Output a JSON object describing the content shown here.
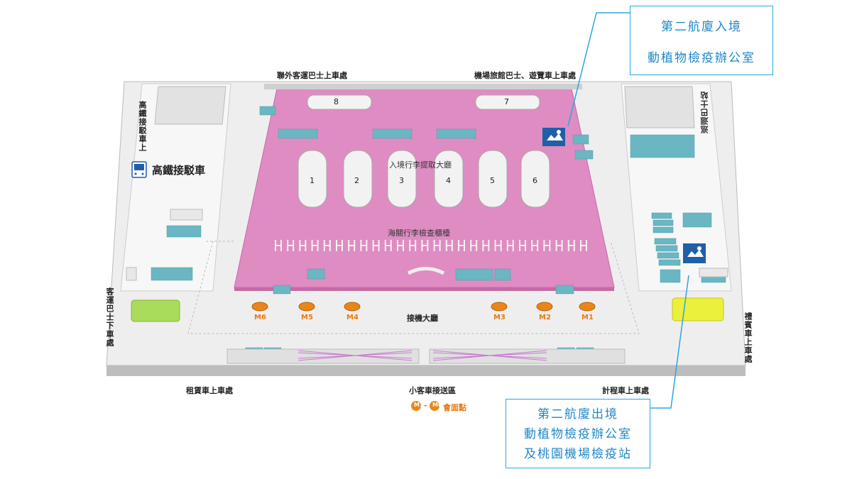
{
  "callouts": {
    "arrival": {
      "line1": "第二航廈入境",
      "line2": "動植物檢疫辦公室"
    },
    "departure": {
      "line1": "第二航廈出境",
      "line2": "動植物檢疫辦公室",
      "line3": "及桃園機場檢疫站"
    }
  },
  "labels": {
    "bus_top": "聯外客運巴士上車處",
    "hotel_bus": "機場旅館巴士、遊覽車上車處",
    "baggage_claim": "入境行李提取大廳",
    "customs": "海關行李檢查櫃檯",
    "greeting_hall": "接機大廳",
    "car_rental": "租賃車上車處",
    "car_pickup": "小客車接送區",
    "taxi": "計程車上車處",
    "hsr_side": "高鐵接駁車上",
    "hsr_shuttle": "高鐵接駁車",
    "circulator": "巡迴巴士站",
    "bus_alight": "客運巴士下車處",
    "vip": "禮賓車上車處",
    "meeting_legend": "會面點"
  },
  "carousels": [
    "1",
    "2",
    "3",
    "4",
    "5",
    "6"
  ],
  "top_carousels": [
    "8",
    "7"
  ],
  "meeting_points": [
    "M6",
    "M5",
    "M4",
    "M3",
    "M2",
    "M1"
  ],
  "legend_badges": [
    "M1",
    "M6"
  ],
  "colors": {
    "pink": "#df8cc2",
    "teal": "#6ab7c3",
    "accent_blue": "#2aa7df",
    "orange": "#e8861a",
    "green": "#a9dc5a",
    "yellow": "#eaf03c"
  },
  "icons": [
    "quarantine-icon",
    "bus-icon"
  ]
}
